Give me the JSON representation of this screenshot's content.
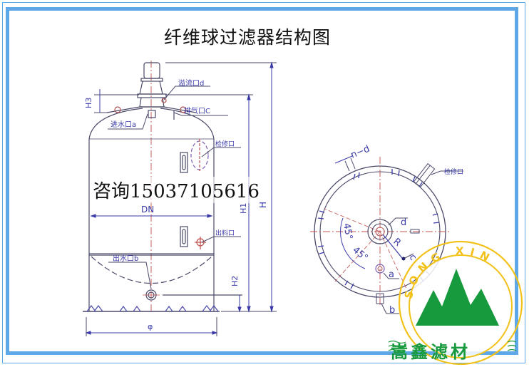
{
  "title": "纤维球过滤器结构图",
  "contact": "咨询15037105616",
  "side_view": {
    "labels": {
      "overflow_port": "溢流口d",
      "vent_port": "排气口C",
      "inlet_port": "进水口a",
      "manhole": "检修口",
      "discharge_port": "出料口",
      "outlet_port": "出水口b",
      "diameter": "DN",
      "base_diameter": "φ",
      "h": "H",
      "h1": "H1",
      "h2": "H2",
      "h3": "H3"
    }
  },
  "top_view": {
    "labels": {
      "bolt_holes": "n−d",
      "manhole": "检修口",
      "angle1": "45°",
      "angle2": "45°",
      "d": "d",
      "r": "R",
      "c": "c",
      "a": "a",
      "b": "b"
    }
  },
  "logo": {
    "ring_text": "SONG XIN",
    "brand": "嵩鑫滤材",
    "colors": {
      "ring": "#f2c21b",
      "mountain": "#179a3d",
      "text": "#179a3d"
    }
  },
  "colors": {
    "frame": "#5fa8e8",
    "line": "#4a4a8a",
    "center_line": "#c0504d",
    "dim": "#3a3aa8"
  }
}
